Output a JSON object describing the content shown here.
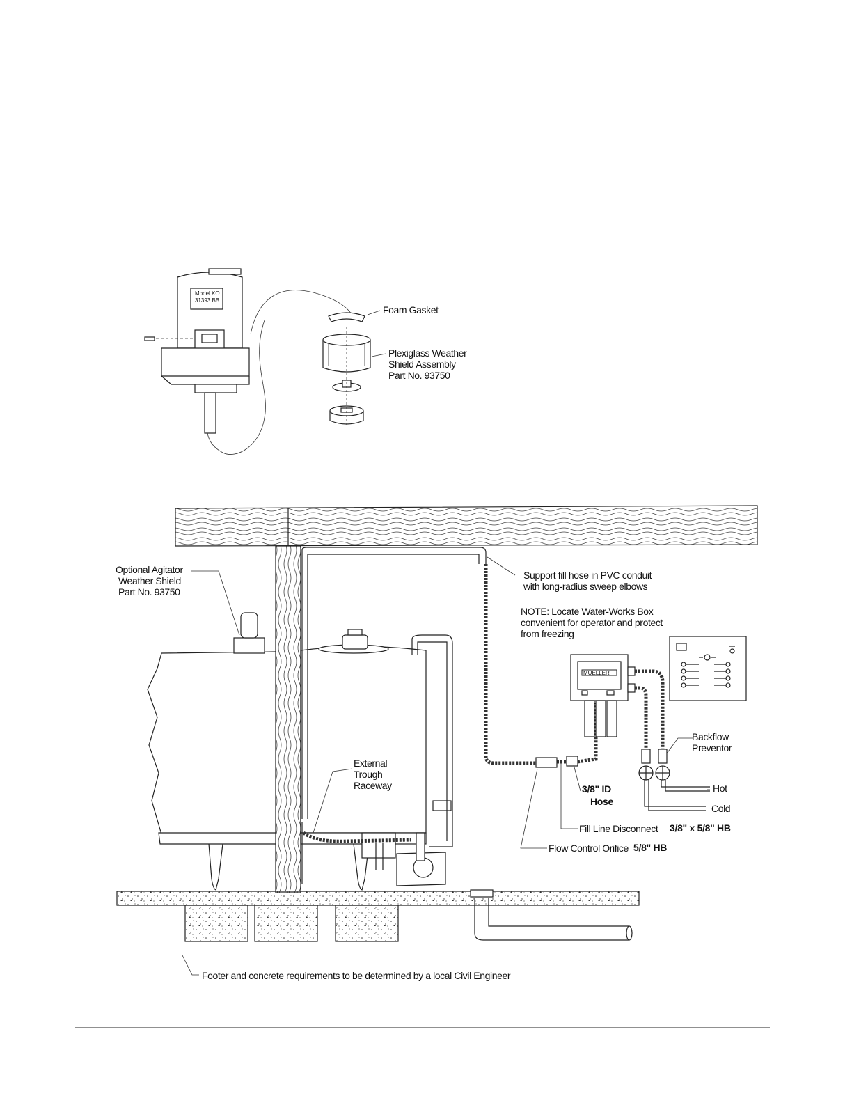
{
  "detail_labels": {
    "model_line1": "Model KO",
    "model_line2": "31393 BB",
    "foam_gasket": "Foam Gasket",
    "shield_line1": "Plexiglass Weather",
    "shield_line2": "Shield Assembly",
    "shield_line3": "Part No. 93750"
  },
  "main_labels": {
    "agitator_line1": "Optional Agitator",
    "agitator_line2": "Weather Shield",
    "agitator_line3": "Part No. 93750",
    "support_line1": "Support fill hose in PVC conduit",
    "support_line2": "with long-radius sweep elbows",
    "note_line1": "NOTE: Locate Water-Works Box",
    "note_line2": "convenient for operator and protect",
    "note_line3": "from freezing",
    "brand": "MUELLER",
    "trough_line1": "External",
    "trough_line2": "Trough",
    "trough_line3": "Raceway",
    "hose_size": "3/8\" ID",
    "hose_word": "Hose",
    "backflow_line1": "Backflow",
    "backflow_line2": "Preventor",
    "hot": "Hot",
    "cold": "Cold",
    "fill_line_disconnect": "Fill Line Disconnect",
    "fill_line_size": "3/8\" x 5/8\" HB",
    "flow_control_orifice": "Flow Control Orifice",
    "flow_control_size": "5/8\" HB",
    "footer_note": "Footer and concrete requirements to be determined by a local Civil Engineer"
  }
}
